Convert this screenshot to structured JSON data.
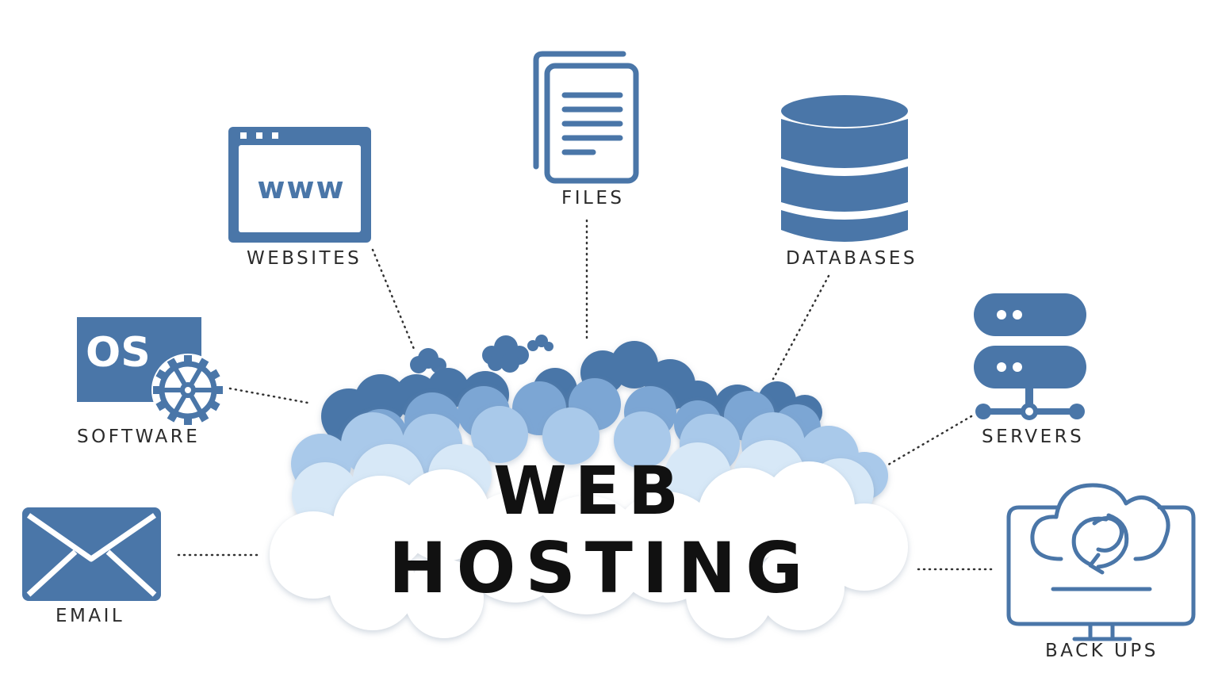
{
  "title": {
    "line1": "WEB",
    "line2": "HOSTING"
  },
  "nodes": {
    "websites": {
      "label": "WEBSITES",
      "icon": "browser-www-icon",
      "icon_text": "www"
    },
    "files": {
      "label": "FILES",
      "icon": "document-files-icon"
    },
    "databases": {
      "label": "DATABASES",
      "icon": "database-icon"
    },
    "software": {
      "label": "SOFTWARE",
      "icon": "os-gear-icon",
      "icon_text": "OS"
    },
    "servers": {
      "label": "SERVERS",
      "icon": "server-stack-icon"
    },
    "email": {
      "label": "EMAIL",
      "icon": "envelope-icon"
    },
    "backups": {
      "label": "BACK UPS",
      "icon": "cloud-backup-monitor-icon"
    }
  },
  "colors": {
    "icon_blue": "#4a76a8",
    "cloud_light": "#a9c9ea",
    "cloud_mid": "#7ba6d4",
    "cloud_dark": "#4a76a8",
    "text": "#2b2b2b",
    "title": "#111111"
  }
}
